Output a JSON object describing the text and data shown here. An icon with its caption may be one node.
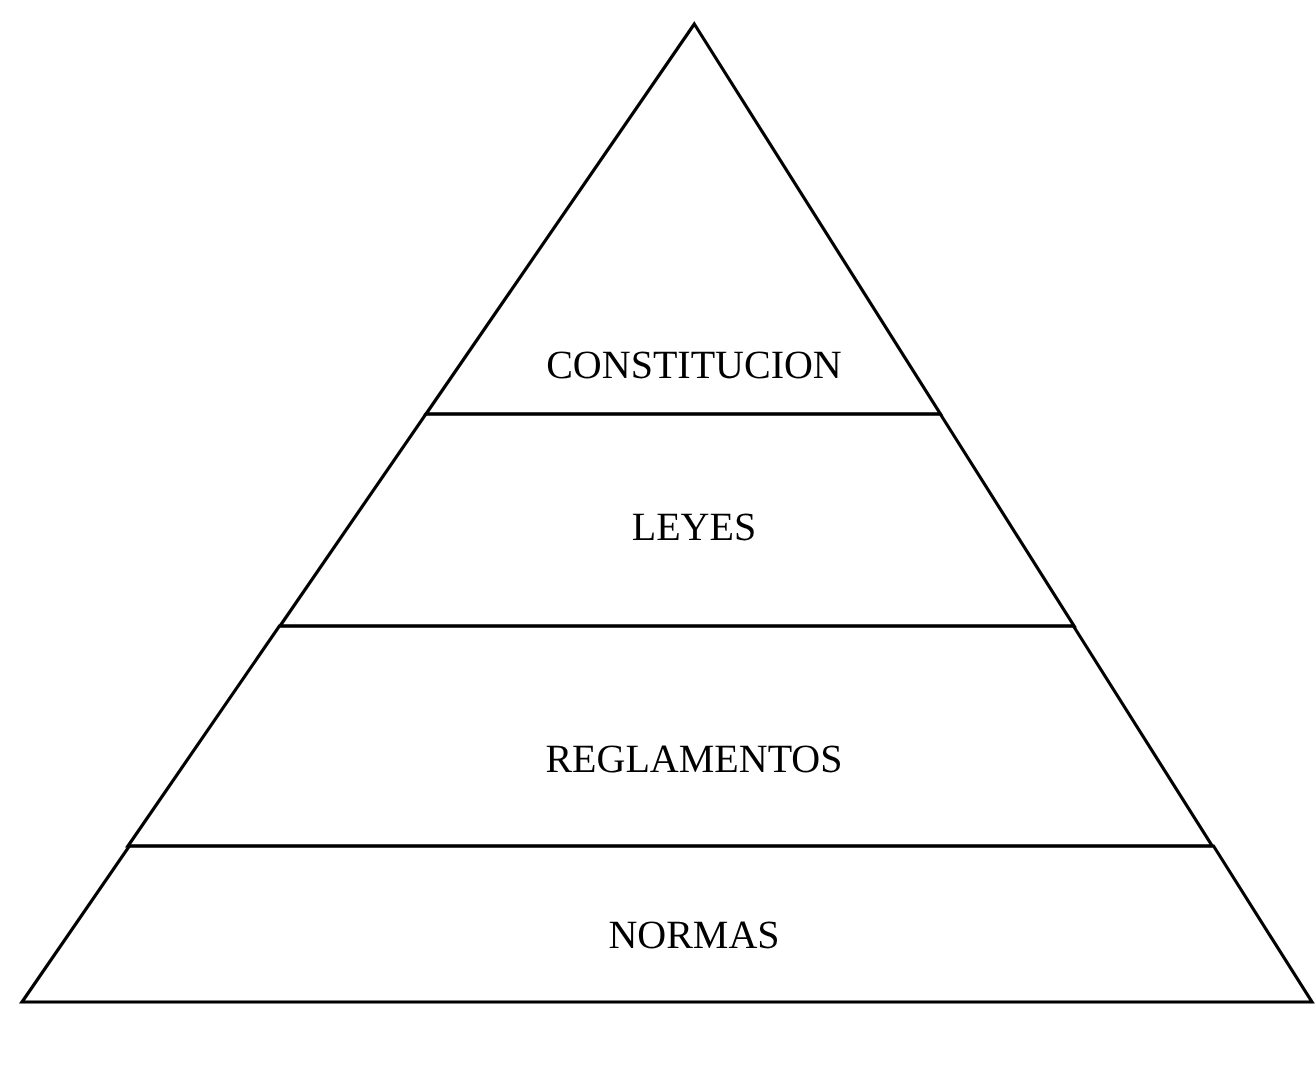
{
  "diagram": {
    "nodes": [
      {
        "text": [
          "CONSTITUCION"
        ]
      },
      {
        "text": [
          "LEYES"
        ]
      },
      {
        "text": [
          "REGLAMENTOS"
        ]
      },
      {
        "text": [
          "NORMAS"
        ]
      }
    ]
  }
}
